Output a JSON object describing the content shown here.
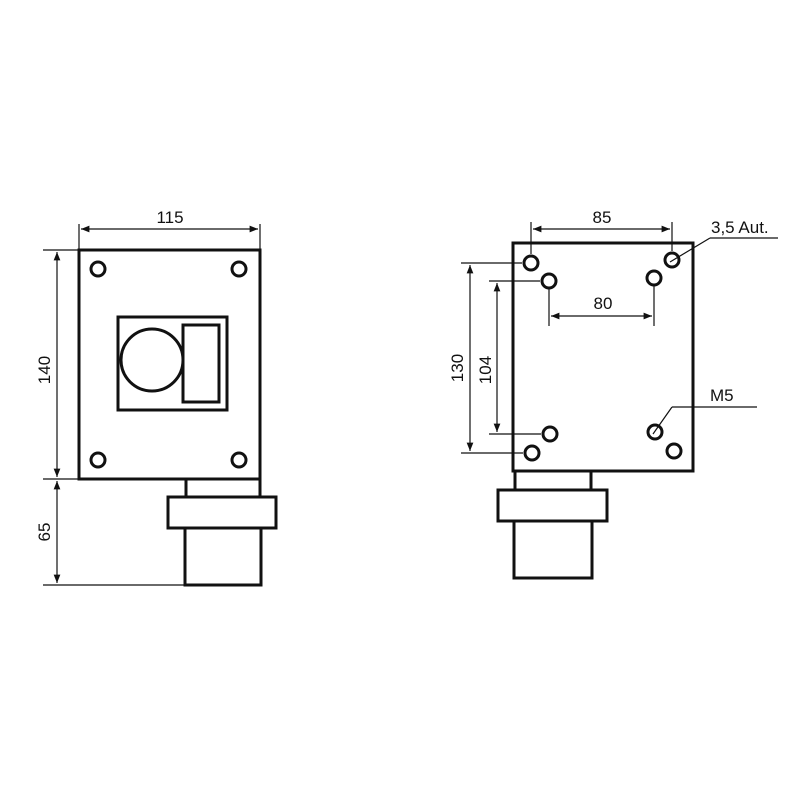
{
  "front_view": {
    "width_label": "115",
    "height_label": "140",
    "gland_label": "65"
  },
  "rear_view": {
    "outer_hole_spacing_label": "85",
    "inner_hole_spacing_label": "80",
    "outer_vertical_label": "130",
    "inner_vertical_label": "104",
    "self_tapping_label": "3,5 Aut.",
    "thread_label": "M5"
  },
  "colors": {
    "line": "#111111",
    "background": "#ffffff"
  }
}
